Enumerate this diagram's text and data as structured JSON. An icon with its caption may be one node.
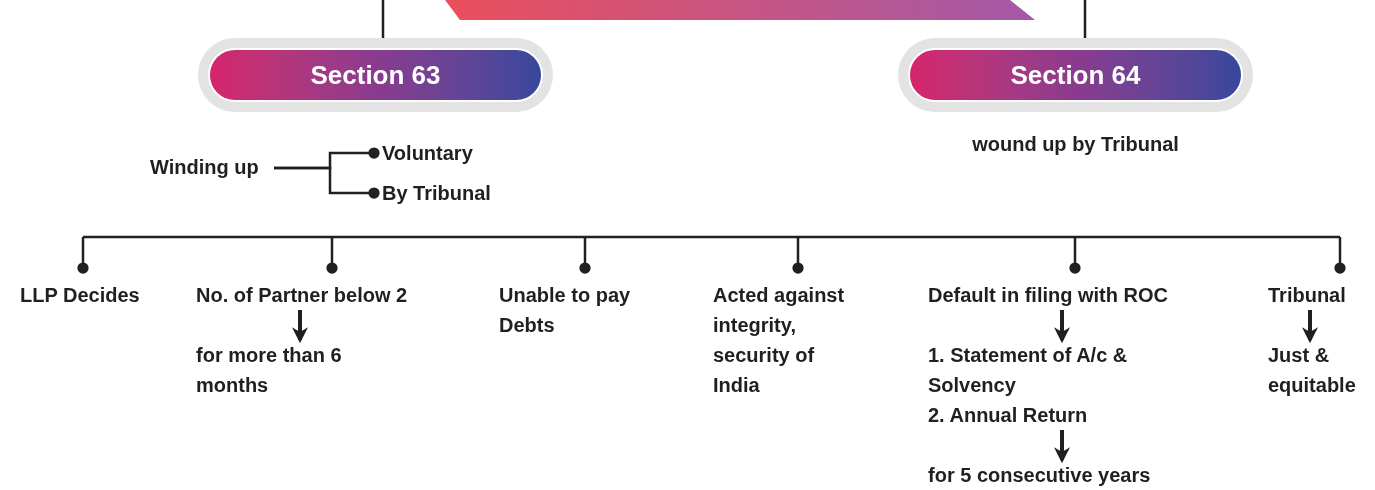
{
  "diagram": {
    "nodes": [
      {
        "text": [
          "Section 63"
        ]
      },
      {
        "text": [
          "Section 64"
        ],
        "beside": [
          "wound up by Tribunal"
        ]
      },
      {
        "text": [
          "Winding up"
        ]
      },
      {
        "text": [
          "Voluntary"
        ]
      },
      {
        "text": [
          "By Tribunal"
        ]
      },
      {
        "text": [
          "LLP Decides"
        ]
      },
      {
        "text": [
          "No. of Partner below 2"
        ]
      },
      {
        "text": [
          "for more than 6 months"
        ]
      },
      {
        "text": [
          "Unable to pay Debts"
        ]
      },
      {
        "text": [
          "Acted against integrity, security of India"
        ]
      },
      {
        "text": [
          "Default in filing with ROC"
        ]
      },
      {
        "text": [
          "1.  Statement of A/c & Solvency"
        ]
      },
      {
        "text": [
          "2.  Annual Return"
        ]
      },
      {
        "text": [
          "for 5 consecutive years"
        ]
      },
      {
        "text": [
          "Tribunal"
        ]
      },
      {
        "text": [
          "Just & equitable"
        ]
      },
      {
        "text": [],
        "shape": "box"
      }
    ],
    "edges": [
      {
        "from": null,
        "to": 0,
        "arrow": "none"
      },
      {
        "from": null,
        "to": 1,
        "arrow": "none"
      },
      {
        "from": 2,
        "to": 3,
        "arrow": "other"
      },
      {
        "from": 2,
        "to": 4,
        "arrow": "other"
      },
      {
        "from": null,
        "to": 5,
        "arrow": "other"
      },
      {
        "from": null,
        "to": 6,
        "arrow": "other"
      },
      {
        "from": null,
        "to": 8,
        "arrow": "other"
      },
      {
        "from": null,
        "to": 9,
        "arrow": "other"
      },
      {
        "from": null,
        "to": 10,
        "arrow": "other"
      },
      {
        "from": null,
        "to": 14,
        "arrow": "other"
      },
      {
        "from": 6,
        "to": 7,
        "arrow": "to"
      },
      {
        "from": 10,
        "to": 11,
        "arrow": "to"
      },
      {
        "from": 12,
        "to": 13,
        "arrow": "to"
      },
      {
        "from": 14,
        "to": 15,
        "arrow": "to"
      }
    ]
  }
}
